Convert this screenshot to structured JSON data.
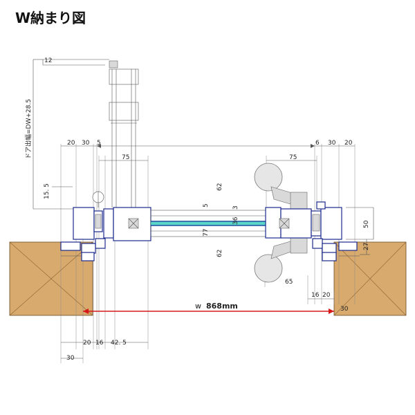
{
  "title": "W納まり図",
  "vertical_label": "ドア出幅=DW+28.5",
  "dims": {
    "top_12": "12",
    "left_20": "20",
    "left_30": "30",
    "left_5": "5",
    "right_6": "6",
    "right_30": "30",
    "right_20": "20",
    "left_75": "75",
    "right_75": "75",
    "v_15_5": "15. 5",
    "v_62_top": "62",
    "v_62_bot": "62",
    "v_5": "5",
    "v_3": "3",
    "v_36": "36",
    "v_77": "77",
    "v_50": "50",
    "v_27": "27",
    "h_65": "65",
    "h_16": "16",
    "h_20": "20",
    "h_30_right": "30",
    "w_label": "w",
    "w_value": "868mm",
    "b_20": "20",
    "b_16": "16",
    "b_42_5": "42. 5",
    "b_30": "30"
  }
}
